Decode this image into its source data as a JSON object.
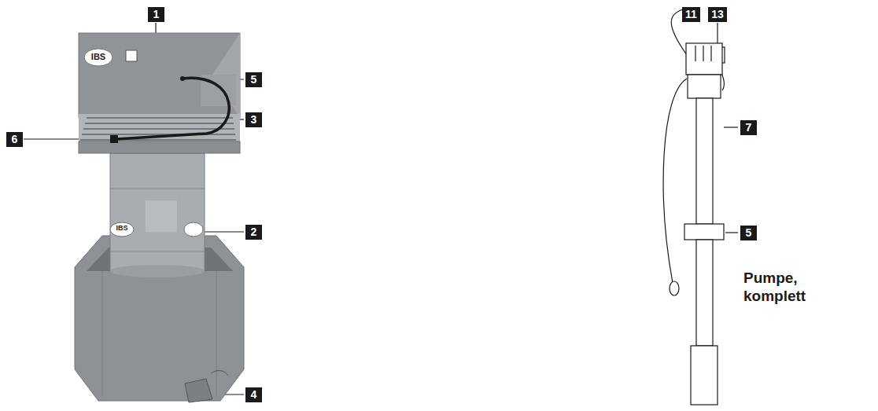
{
  "diagram": {
    "nodes": [
      {
        "text": [
          "1"
        ]
      },
      {
        "text": [
          "5"
        ]
      },
      {
        "text": [
          "3"
        ]
      },
      {
        "text": [
          "6"
        ]
      },
      {
        "text": [
          "2"
        ]
      },
      {
        "text": [
          "4"
        ]
      },
      {
        "text": [
          "11"
        ]
      },
      {
        "text": [
          "13"
        ]
      },
      {
        "text": [
          "7"
        ]
      },
      {
        "text": [
          "5"
        ]
      }
    ],
    "labels": [
      "IBS",
      "IBS",
      "Pumpe, komplett"
    ]
  }
}
